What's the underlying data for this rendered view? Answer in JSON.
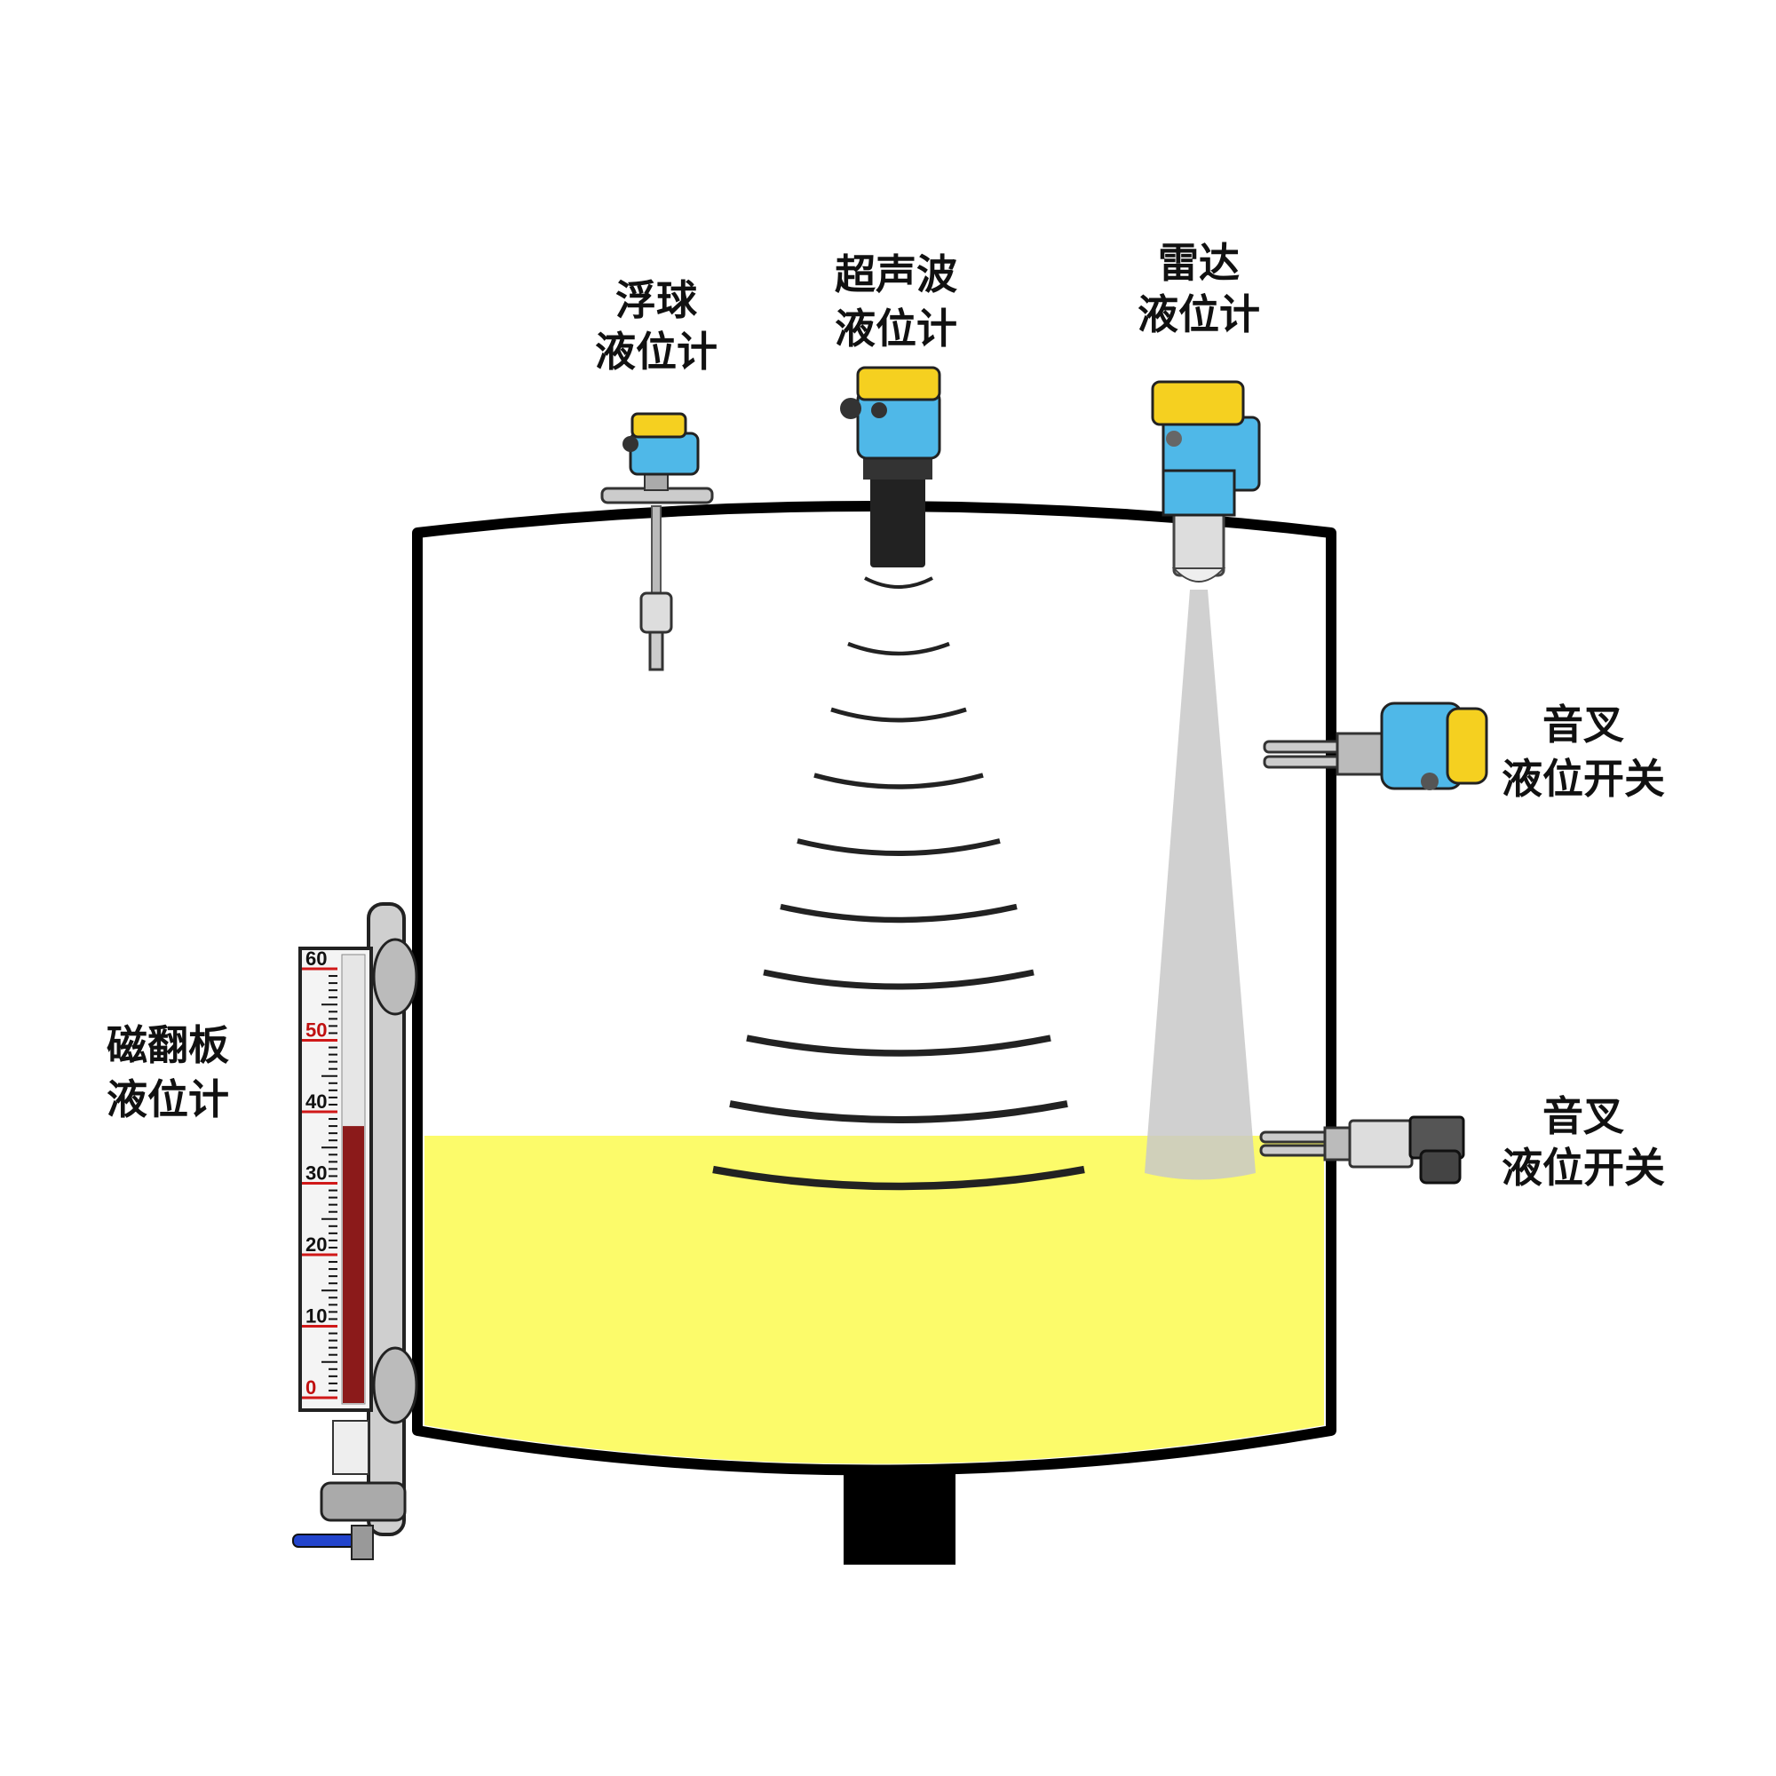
{
  "labels": {
    "float": [
      "浮球",
      "液位计"
    ],
    "ultrasonic": [
      "超声波",
      "液位计"
    ],
    "radar": [
      "雷达",
      "液位计"
    ],
    "fork_upper": [
      "音叉",
      "液位开关"
    ],
    "fork_lower": [
      "音叉",
      "液位开关"
    ],
    "magnetic": [
      "磁翻板",
      "液位计"
    ]
  },
  "gauge": {
    "scale": [
      "60",
      "50",
      "40",
      "30",
      "20",
      "10",
      "0"
    ],
    "level_value": 38,
    "max": 60
  },
  "colors": {
    "liquid": "#fcfb6a",
    "tank_outline": "#000000",
    "device_blue": "#4fb8e8",
    "device_yellow": "#f5d020",
    "indicator_red": "#8b1a1a",
    "radar_beam": "#c8c8c8"
  }
}
